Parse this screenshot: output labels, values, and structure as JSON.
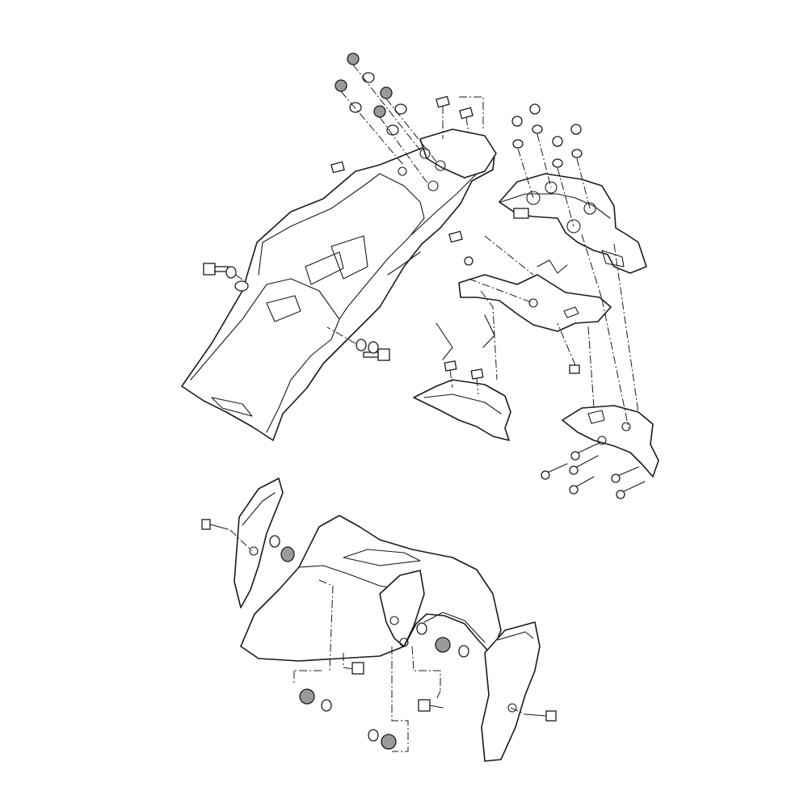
{
  "diagram": {
    "groups": [
      {
        "id": "rear-fender-assembly"
      },
      {
        "id": "license-plate-bracket-assembly"
      },
      {
        "id": "front-fender-assembly"
      }
    ]
  },
  "colors": {
    "line": "#1a1a1a",
    "background": "#ffffff",
    "shade": "#d9d9d9",
    "dark-hardware": "#9a9a9a"
  }
}
